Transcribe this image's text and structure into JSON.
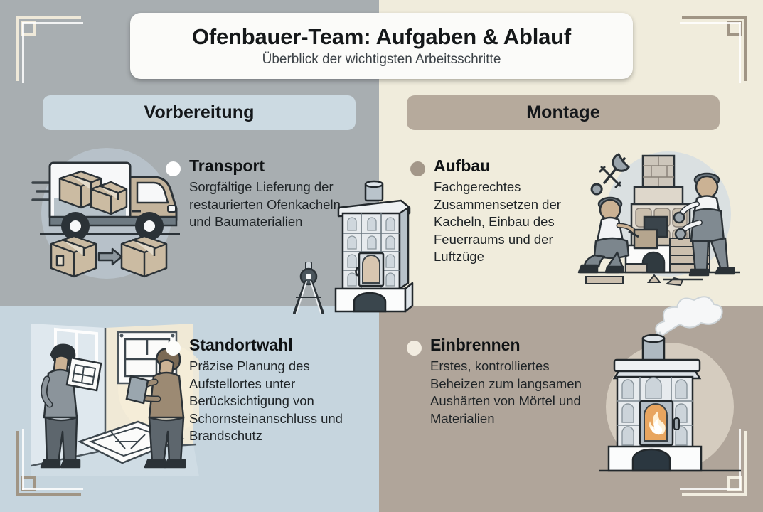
{
  "title": {
    "main": "Ofenbauer-Team: Aufgaben & Ablauf",
    "subtitle": "Überblick der wichtigsten Arbeitsschritte"
  },
  "sections": [
    {
      "label": "Vorbereitung",
      "bg": "#ccdae2"
    },
    {
      "label": "Montage",
      "bg": "#b6aa9c"
    }
  ],
  "blocks": [
    {
      "title": "Transport",
      "body": "Sorgfältige Lieferung der restaurierten Ofenkacheln und Baumaterialien",
      "bullet_color": "#ffffff",
      "icon": "delivery-truck-illustration"
    },
    {
      "title": "Aufbau",
      "body": "Fachgerechtes Zusammensetzen der Kacheln, Einbau des Feuerraums und der Luftzüge",
      "bullet_color": "#a39789",
      "icon": "masonry-workers-illustration"
    },
    {
      "title": "Standortwahl",
      "body": "Präzise Planung des Aufstellortes unter Berücksichtigung von Schornsteinanschluss und Brandschutz",
      "bullet_color": "#fdfdfb",
      "icon": "floorplan-planning-illustration"
    },
    {
      "title": "Einbrennen",
      "body": "Erstes, kontrolliertes Beheizen zum langsamen Aushärten von Mörtel und Materialien",
      "bullet_color": "#f2ece0",
      "icon": "burning-tiled-stove-illustration"
    }
  ],
  "quadrant_colors": {
    "top_left": "#a8aeb1",
    "top_right": "#f0ecdc",
    "bottom_left": "#c6d5de",
    "bottom_right": "#b0a59a"
  },
  "decorations": {
    "corner_bracket_light": "#efe9d9",
    "corner_bracket_dark": "#a09585",
    "center_stove_icon": "tiled-stove-illustration",
    "compass_icon": "drafting-compass-illustration"
  }
}
